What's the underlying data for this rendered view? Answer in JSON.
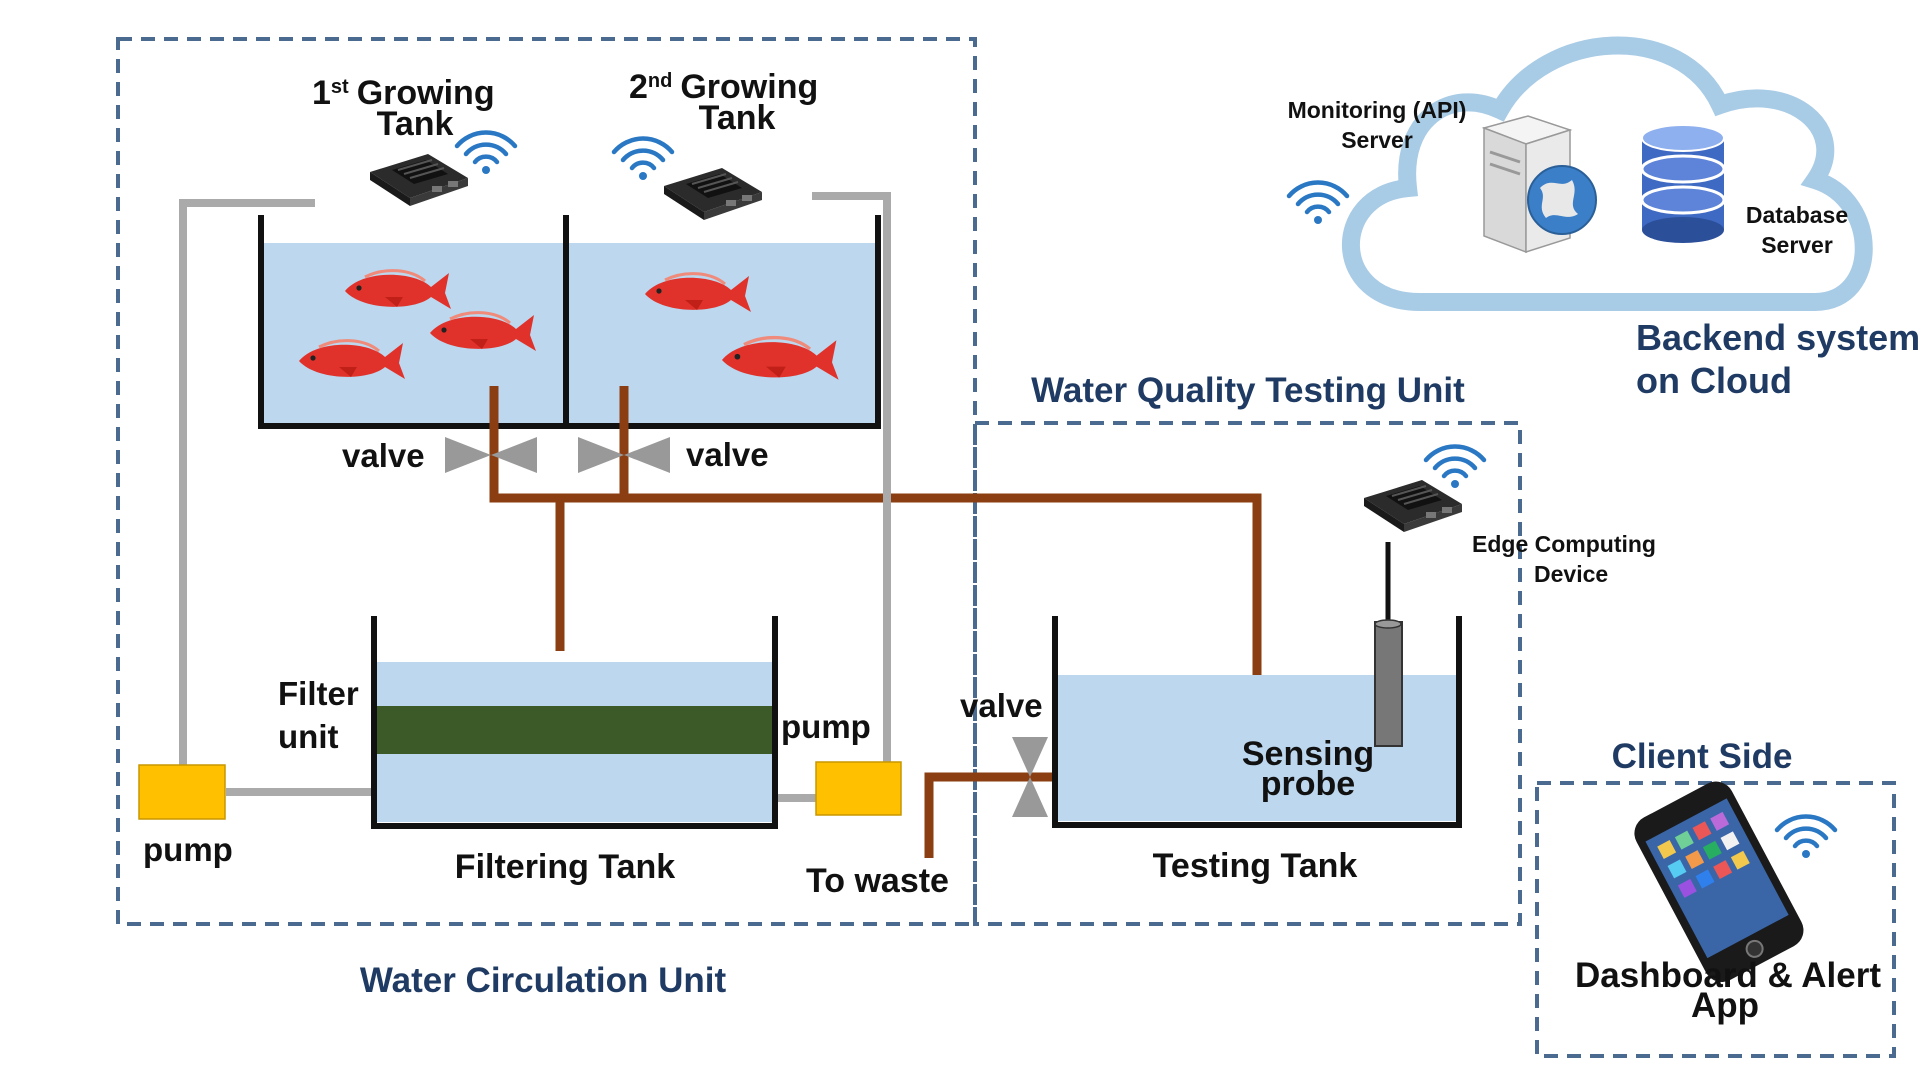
{
  "units": {
    "water_circulation": "Water Circulation Unit",
    "water_quality": "Water Quality Testing Unit",
    "backend_line1": "Backend system",
    "backend_line2": "on Cloud",
    "client_side": "Client Side"
  },
  "tanks": {
    "growing1_num": "1",
    "growing1_sup": "st",
    "growing1_word": "Growing",
    "growing1_line2": "Tank",
    "growing2_num": "2",
    "growing2_sup": "nd",
    "growing2_word": "Growing",
    "growing2_line2": "Tank",
    "filtering": "Filtering Tank",
    "testing": "Testing Tank"
  },
  "components": {
    "valve_left": "valve",
    "valve_right": "valve",
    "valve_test": "valve",
    "pump_left": "pump",
    "pump_right": "pump",
    "filter_line1": "Filter",
    "filter_line2": "unit",
    "to_waste": "To waste",
    "sensing_line1": "Sensing",
    "sensing_line2": "probe",
    "edge_line1": "Edge Computing",
    "edge_line2": "Device"
  },
  "cloud": {
    "api_line1": "Monitoring (API)",
    "api_line2": "Server",
    "db_line1": "Database",
    "db_line2": "Server"
  },
  "client": {
    "app_line1": "Dashboard & Alert",
    "app_line2": "App"
  },
  "colors": {
    "dash_border": "#4a6b8f",
    "unit_text": "#1f3b63",
    "water": "#bcd7ee",
    "filter_media": "#3b5a28",
    "pipe_brown": "#8b3e12",
    "pipe_gray": "#aaaaaa",
    "pump": "#ffc000",
    "fish": "#e0322a",
    "cloud_outline": "#a8cbe6",
    "wifi": "#2a78c4"
  }
}
